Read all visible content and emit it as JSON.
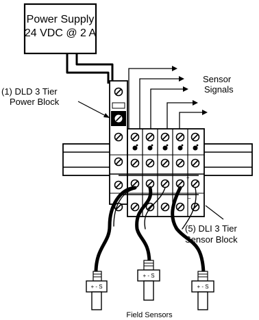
{
  "power_supply": {
    "line1": "Power Supply",
    "line2": "24 VDC @ 2 A"
  },
  "labels": {
    "power_block_line1": "(1) DLD 3 Tier",
    "power_block_line2": "Power Block",
    "sensor_signals_line1": "Sensor",
    "sensor_signals_line2": "Signals",
    "sensor_block_line1": "(5) DLI 3 Tier",
    "sensor_block_line2": "Sensor Block",
    "field_sensors": "Field Sensors"
  },
  "sensors": [
    {
      "label": "+ - S"
    },
    {
      "label": "+ - S"
    },
    {
      "label": "+ - S"
    }
  ]
}
